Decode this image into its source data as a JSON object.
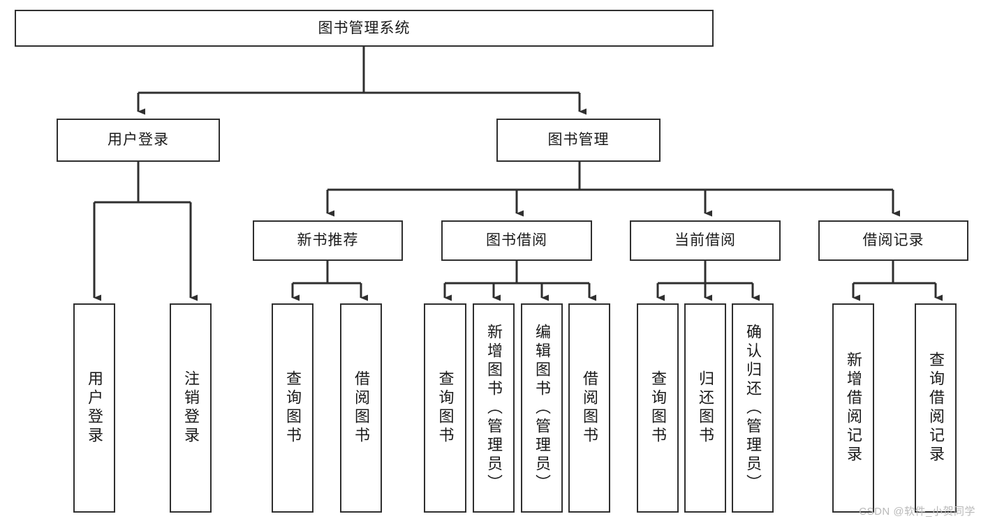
{
  "diagram": {
    "title": "图书管理系统",
    "watermark": "CSDN @软件_小贺同学",
    "colors": {
      "line": "#2f2f2f",
      "box_border": "#2f2f2f",
      "box_fill": "#ffffff",
      "text": "#1a1a1a",
      "watermark": "#b9b9b9"
    },
    "nodes": {
      "root": "图书管理系统",
      "level2": {
        "user_login": "用户登录",
        "book_manage": "图书管理"
      },
      "level3": {
        "new_book_recommend": "新书推荐",
        "book_borrow": "图书借阅",
        "current_borrow": "当前借阅",
        "borrow_record": "借阅记录"
      },
      "leaves": {
        "login_user_login": "用户登录",
        "login_logout": "注销登录",
        "recommend_query_book": "查询图书",
        "recommend_borrow_book": "借阅图书",
        "borrow_query_book": "查询图书",
        "borrow_add_book": "新增图书（管理员）",
        "borrow_edit_book": "编辑图书（管理员）",
        "borrow_borrow_book": "借阅图书",
        "current_query_book": "查询图书",
        "current_return_book": "归还图书",
        "current_confirm_return": "确认归还（管理员）",
        "record_add_record": "新增借阅记录",
        "record_query_record": "查询借阅记录"
      }
    }
  }
}
